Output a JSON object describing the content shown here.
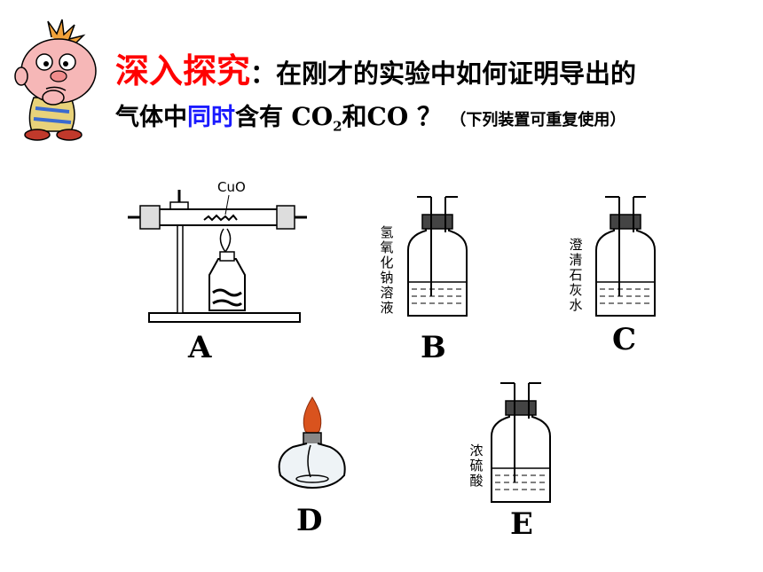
{
  "title": {
    "highlight": "深入探究",
    "line1_rest": "：在刚才的实验中如何证明导出的",
    "line2_start": "气体中",
    "line2_blue": "同时",
    "line2_mid": "含有 ",
    "co2_main": "CO",
    "co2_sub": "2",
    "and_co": "和CO ？",
    "note": "（下列装置可重复使用）"
  },
  "apparatus": {
    "a": {
      "letter": "A",
      "reagent": "CuO"
    },
    "b": {
      "letter": "B",
      "reagent": "氢氧化钠溶液"
    },
    "c": {
      "letter": "C",
      "reagent": "澄清石灰水"
    },
    "d": {
      "letter": "D"
    },
    "e": {
      "letter": "E",
      "reagent": "浓硫酸"
    }
  },
  "colors": {
    "highlight": "#ff0000",
    "emphasis": "#1a1aff",
    "flame": "#d9531e"
  }
}
